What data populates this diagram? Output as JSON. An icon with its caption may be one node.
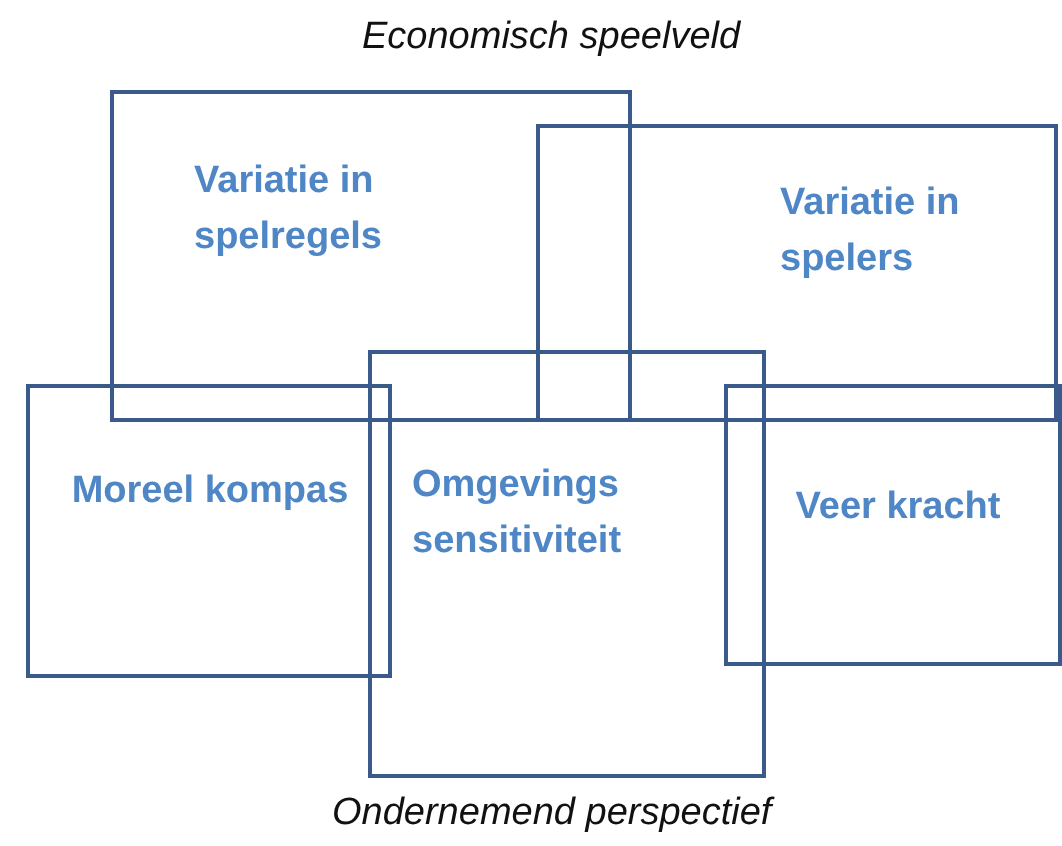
{
  "diagram": {
    "title": "Economisch speelveld",
    "caption": "Ondernemend perspectief",
    "nodes": [
      {
        "text": [
          "Variatie in spelregels"
        ]
      },
      {
        "text": [
          "Variatie in spelers"
        ]
      },
      {
        "text": [
          "Moreel kompas"
        ]
      },
      {
        "text": [
          "Omgevings sensitiviteit"
        ]
      },
      {
        "text": [
          "Veer kracht"
        ]
      }
    ]
  }
}
